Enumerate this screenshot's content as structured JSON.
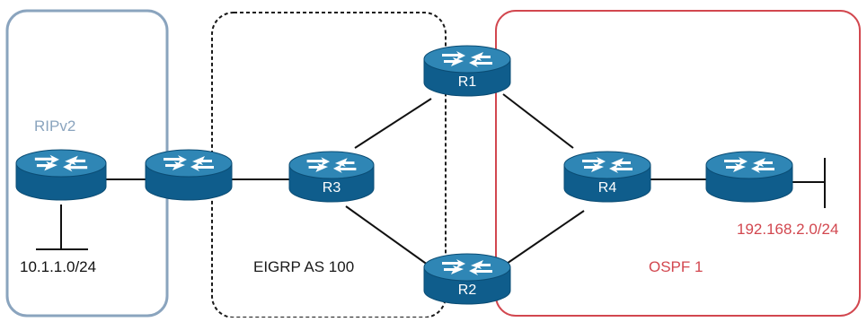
{
  "domains": {
    "rip": {
      "label": "RIPv2",
      "color": "#8aa4be"
    },
    "eigrp": {
      "label": "EIGRP AS 100",
      "color": "#1a1a1a"
    },
    "ospf": {
      "label": "OSPF 1",
      "color": "#d2474f"
    }
  },
  "routers": {
    "r1": {
      "label": "R1"
    },
    "r2": {
      "label": "R2"
    },
    "r3": {
      "label": "R3"
    },
    "r4": {
      "label": "R4"
    }
  },
  "networks": {
    "left": {
      "label": "10.1.1.0/24"
    },
    "right": {
      "label": "192.168.2.0/24"
    }
  },
  "colors": {
    "router_top": "#2f86b5",
    "router_side": "#0f5d8c",
    "router_edge": "#0a4c74",
    "link": "#111111",
    "router_text": "#ffffff"
  }
}
